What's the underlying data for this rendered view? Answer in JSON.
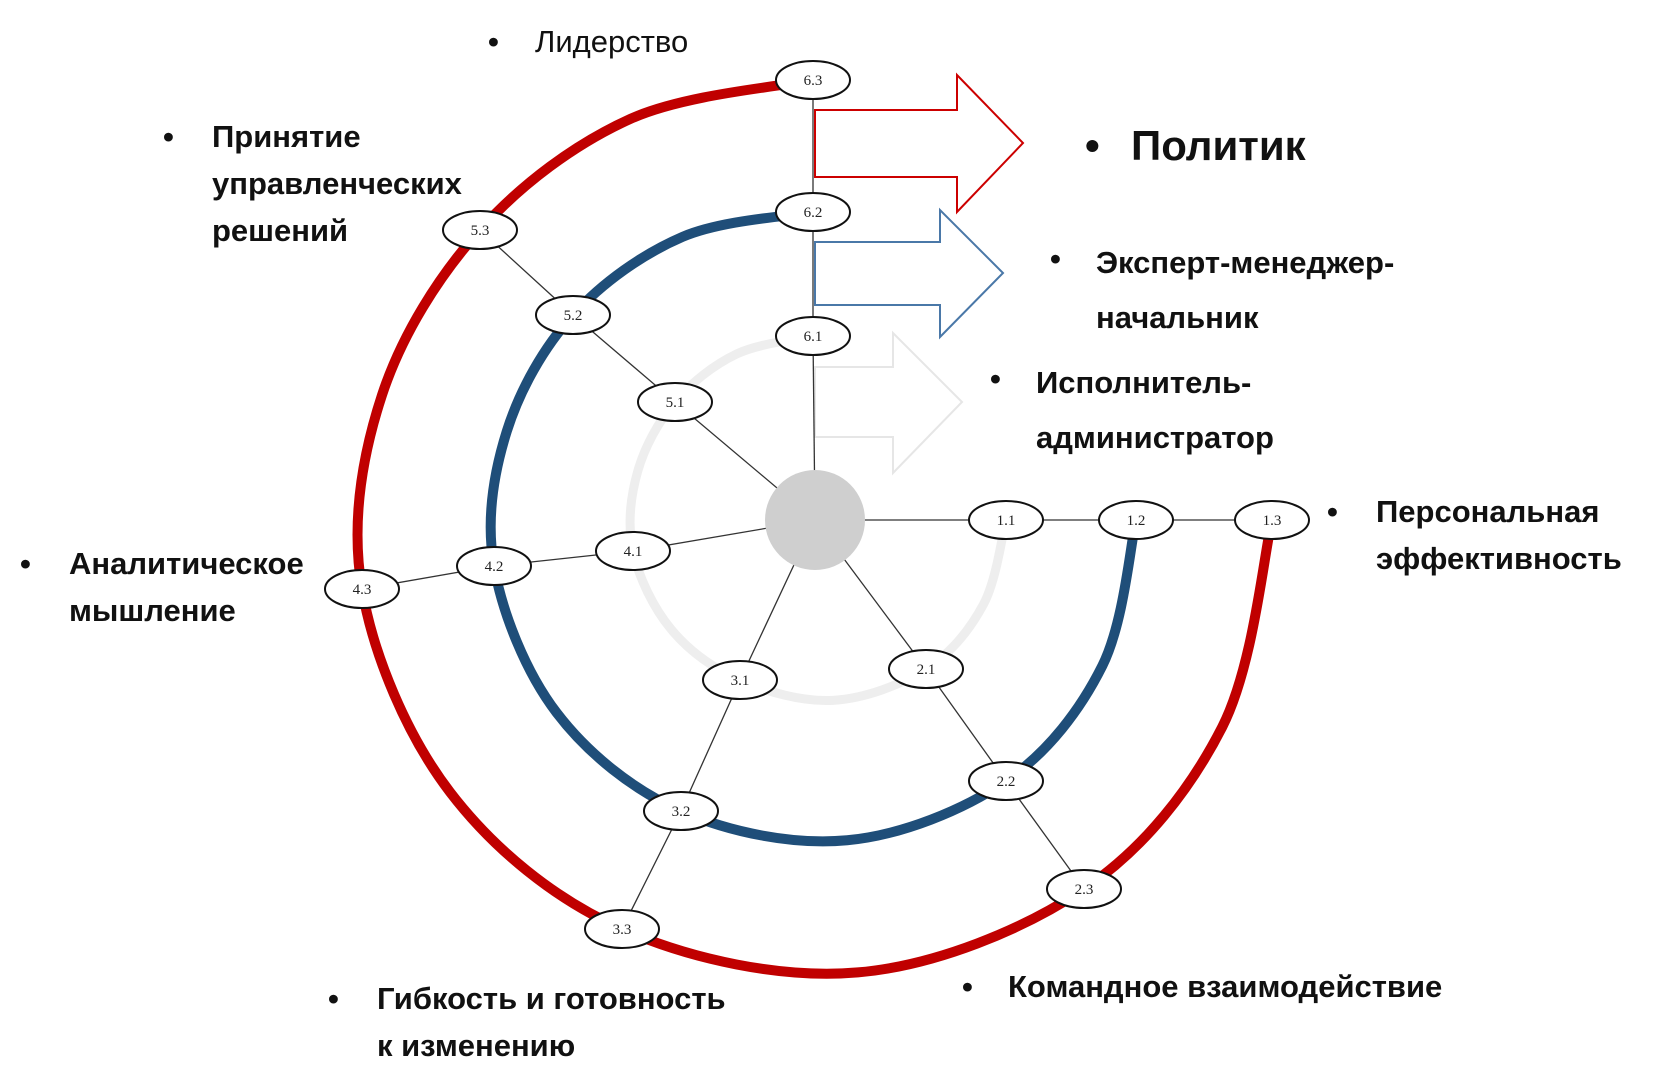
{
  "diagram": {
    "title": "Competency spiral",
    "colors": {
      "outer_level": "#c00000",
      "middle_level": "#1f4e79",
      "inner_level": "#eeeeee",
      "inner_arrow": "#e6e6e6",
      "middle_arrow": "#4a78a8",
      "outer_arrow": "#cc0000",
      "center": "#cfcfcf",
      "spoke": "#333333"
    },
    "levels": [
      {
        "id": 1,
        "role": "Исполнитель-администратор",
        "ring": "inner"
      },
      {
        "id": 2,
        "role": "Эксперт-менеджер-начальник",
        "ring": "middle"
      },
      {
        "id": 3,
        "role": "Политик",
        "ring": "outer"
      }
    ],
    "competencies": [
      {
        "id": 1,
        "name": "Персональная эффективность",
        "nodes": [
          "1.1",
          "1.2",
          "1.3"
        ]
      },
      {
        "id": 2,
        "name": "Командное взаимодействие",
        "nodes": [
          "2.1",
          "2.2",
          "2.3"
        ]
      },
      {
        "id": 3,
        "name": "Гибкость и готовность к изменению",
        "nodes": [
          "3.1",
          "3.2",
          "3.3"
        ]
      },
      {
        "id": 4,
        "name": "Аналитическое мышление",
        "nodes": [
          "4.1",
          "4.2",
          "4.3"
        ]
      },
      {
        "id": 5,
        "name": "Принятие управленческих решений",
        "nodes": [
          "5.1",
          "5.2",
          "5.3"
        ]
      },
      {
        "id": 6,
        "name": "Лидерство",
        "nodes": [
          "6.1",
          "6.2",
          "6.3"
        ]
      }
    ]
  },
  "labels": {
    "bullet": "•",
    "leadership": "Лидерство",
    "decisions": "Принятие\nуправленческих\nрешений",
    "analytical": "Аналитическое\nмышление",
    "flexibility": "Гибкость и готовность\nк изменению",
    "teamwork": "Командное взаимодействие",
    "personal": "Персональная\nэффективность",
    "politician": "Политик",
    "expert": "Эксперт-менеджер-\nначальник",
    "executor": "Исполнитель-\nадминистратор"
  }
}
